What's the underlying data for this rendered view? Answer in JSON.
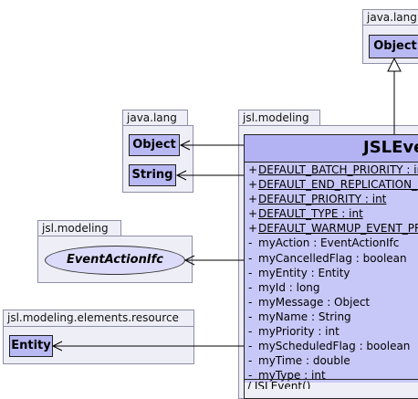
{
  "packages": {
    "java_lang_top": {
      "name": "java.lang",
      "class": "Object"
    },
    "java_lang_left": {
      "name": "java.lang",
      "classes": [
        "Object",
        "String"
      ]
    },
    "jsl_modeling_left": {
      "name": "jsl.modeling",
      "interface": "EventActionIfc"
    },
    "resource": {
      "name": "jsl.modeling.elements.resource",
      "class": "Entity"
    },
    "jsl_modeling_main": {
      "name": "jsl.modeling"
    }
  },
  "main_class": {
    "title": "JSLEvent",
    "attributes": [
      {
        "vis": "+",
        "text": "DEFAULT_BATCH_PRIORITY : int",
        "static": true
      },
      {
        "vis": "+",
        "text": "DEFAULT_END_REPLICATION_EVENT_PRIORITY : int",
        "static": true
      },
      {
        "vis": "+",
        "text": "DEFAULT_PRIORITY : int",
        "static": true
      },
      {
        "vis": "+",
        "text": "DEFAULT_TYPE : int",
        "static": true
      },
      {
        "vis": "+",
        "text": "DEFAULT_WARMUP_EVENT_PRIORITY : int",
        "static": true
      },
      {
        "vis": "-",
        "text": "myAction : EventActionIfc",
        "static": false
      },
      {
        "vis": "-",
        "text": "myCancelledFlag : boolean",
        "static": false
      },
      {
        "vis": "-",
        "text": "myEntity : Entity",
        "static": false
      },
      {
        "vis": "-",
        "text": "myId : long",
        "static": false
      },
      {
        "vis": "-",
        "text": "myMessage : Object",
        "static": false
      },
      {
        "vis": "-",
        "text": "myName : String",
        "static": false
      },
      {
        "vis": "-",
        "text": "myPriority : int",
        "static": false
      },
      {
        "vis": "-",
        "text": "myScheduledFlag : boolean",
        "static": false
      },
      {
        "vis": "-",
        "text": "myTime : double",
        "static": false
      },
      {
        "vis": "-",
        "text": "myType : int",
        "static": false
      }
    ],
    "constructor": "/ JSLEvent()"
  },
  "colors": {
    "class_fill": "#b8b8f2",
    "package_fill": "#eeeef6",
    "interface_fill": "#dcdcfa"
  }
}
